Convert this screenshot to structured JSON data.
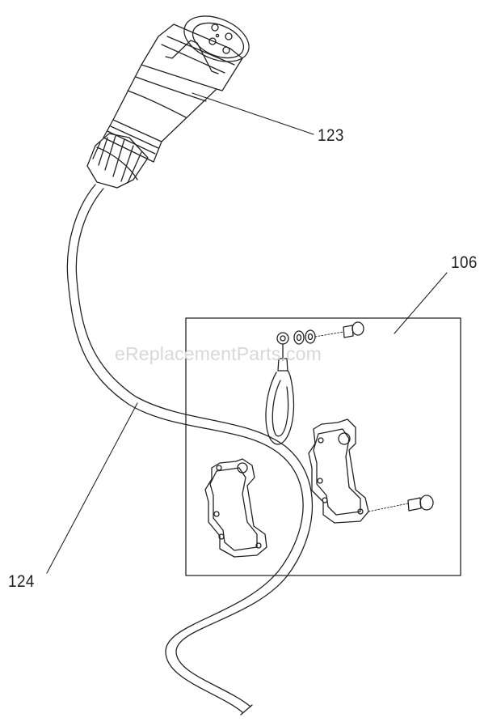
{
  "callouts": {
    "connector": "123",
    "kit": "106",
    "cable": "124"
  },
  "watermark": "eReplacementParts.com",
  "colors": {
    "line": "#222222",
    "watermark": "#d8d8d8"
  }
}
